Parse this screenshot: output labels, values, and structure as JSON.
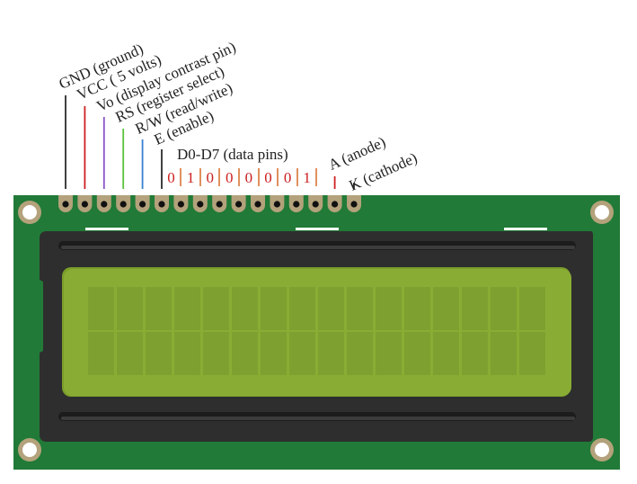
{
  "title": "16x2 LCD pinout diagram",
  "pin_labels": [
    {
      "text": "GND (ground)",
      "line_color": "#2b2b2b"
    },
    {
      "text": "VCC ( 5 volts)",
      "line_color": "#cc2020"
    },
    {
      "text": "Vo (display contrast pin)",
      "line_color": "#8a55c8"
    },
    {
      "text": "RS (register select)",
      "line_color": "#5cc23c"
    },
    {
      "text": "R/W (read/write)",
      "line_color": "#3a7fd0"
    },
    {
      "text": "E (enable)",
      "line_color": "#2b2b2b"
    }
  ],
  "data_pins": {
    "title": "D0-D7 (data pins)",
    "bits": [
      "0",
      "1",
      "0",
      "0",
      "0",
      "0",
      "0",
      "1"
    ],
    "bit_color": "#cc1f1f",
    "separator_color": "#e0905e"
  },
  "backlight_labels": [
    {
      "text": "A (anode)",
      "line_color": "#cc2020"
    },
    {
      "text": "K (cathode)",
      "line_color": "#2b2b2b"
    }
  ],
  "lcd": {
    "pin_count": 16,
    "columns": 16,
    "rows": 2,
    "colors": {
      "pcb": "#217a37",
      "pad": "#b3a27b",
      "hole": "#111111",
      "mount_hole": "#ffffff",
      "bezel": "#2e2e2e",
      "bezel_slot": "#1c1c1c",
      "screen": "#89ad34",
      "screen_edge": "#7a9e2a",
      "cell": "#7ea030",
      "marker": "#ffffff"
    }
  }
}
